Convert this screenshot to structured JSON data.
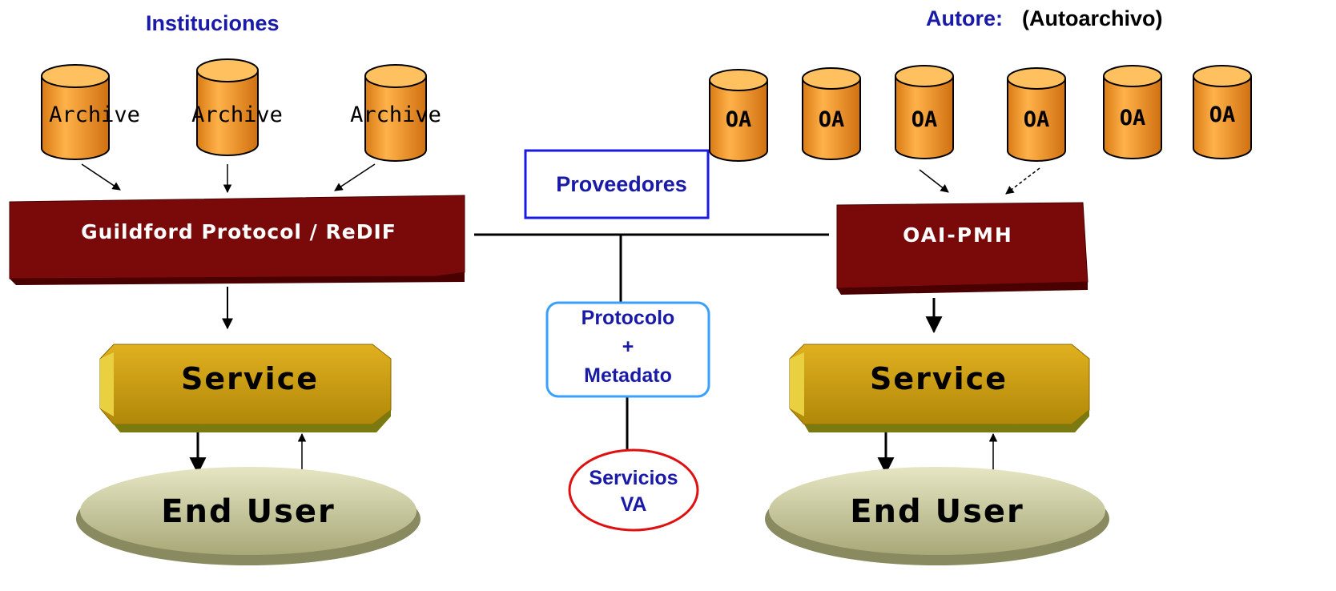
{
  "headings": {
    "left": "Instituciones",
    "right_a": "Autore:",
    "right_b": "(Autoarchivo)"
  },
  "left_column": {
    "archives": [
      "Archive",
      "Archive",
      "Archive"
    ],
    "protocol": "Guildford Protocol / ReDIF",
    "service": "Service",
    "end_user": "End User"
  },
  "right_column": {
    "archives": [
      "OA",
      "OA",
      "OA",
      "OA",
      "OA",
      "OA"
    ],
    "protocol": "OAI-PMH",
    "service": "Service",
    "end_user": "End User"
  },
  "center": {
    "providers": "Proveedores",
    "protocol_line1": "Protocolo",
    "protocol_line2": "+",
    "protocol_line3": "Metadato",
    "services_line1": "Servicios",
    "services_line2": "VA"
  },
  "colors": {
    "cylinder": "#f29a2e",
    "cylinder_dark": "#c06a10",
    "protocol_bar": "#7a0a0a",
    "service": "#c89a10",
    "end_user": "#c8c89a",
    "heading_blue": "#1a1aa8",
    "providers_border": "#1a1ae0",
    "protocol_box_border": "#3aa0ff",
    "services_ellipse": "#e01010"
  }
}
